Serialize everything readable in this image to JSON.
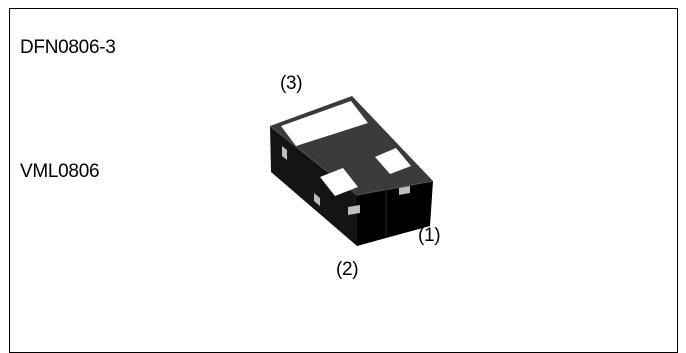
{
  "packages": {
    "name_1": "DFN0806-3",
    "name_2": "VML0806"
  },
  "pins": {
    "pin_3": "(3)",
    "pin_1": "(1)",
    "pin_2": "(2)"
  },
  "colors": {
    "body_top": "#3b3b3b",
    "body_left": "#141414",
    "body_right": "#000000",
    "pad": "#ffffff",
    "side_pad": "#bdbdbd",
    "border": "#000000"
  }
}
